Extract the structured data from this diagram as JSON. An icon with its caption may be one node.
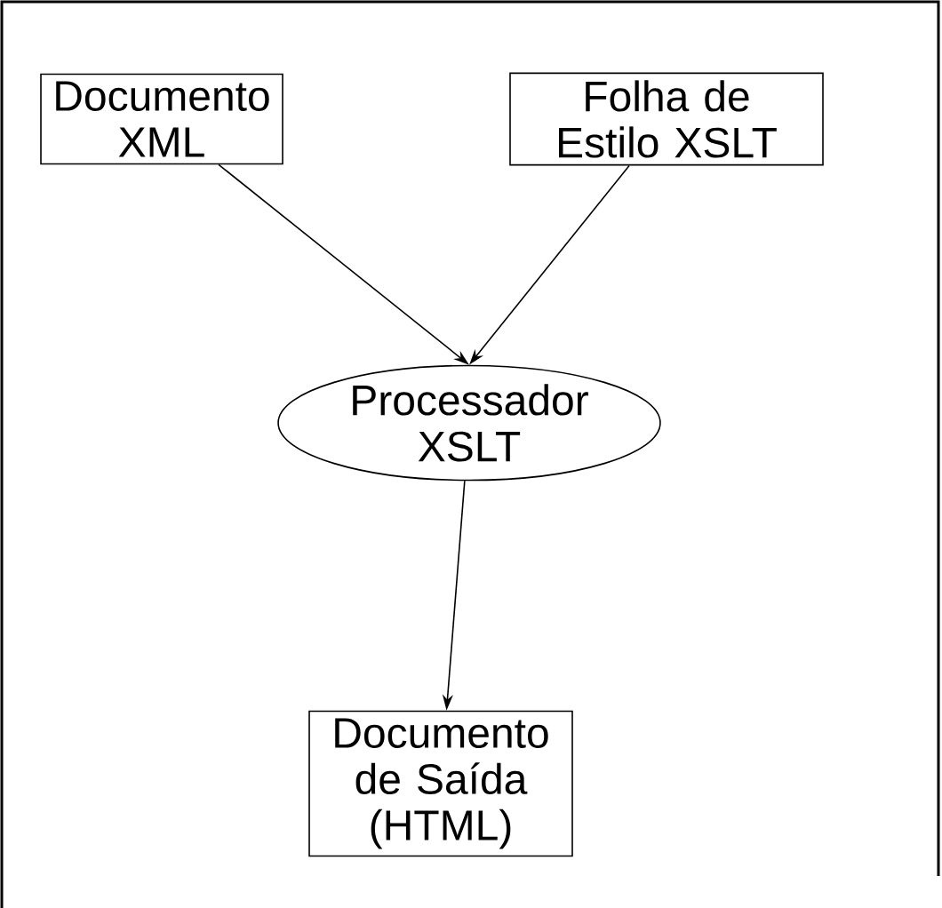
{
  "diagram": {
    "nodes": [
      {
        "text": [
          "Documento XML"
        ]
      },
      {
        "text": [
          "Folha de Estilo XSLT"
        ]
      },
      {
        "text": [
          "Processador XSLT"
        ]
      },
      {
        "text": [
          "Documento de Saída (HTML)"
        ]
      }
    ],
    "edges": [
      {
        "from": 0,
        "to": 2,
        "arrow": "to"
      },
      {
        "from": 1,
        "to": 2,
        "arrow": "to"
      },
      {
        "from": 2,
        "to": 3,
        "arrow": "to"
      }
    ]
  }
}
